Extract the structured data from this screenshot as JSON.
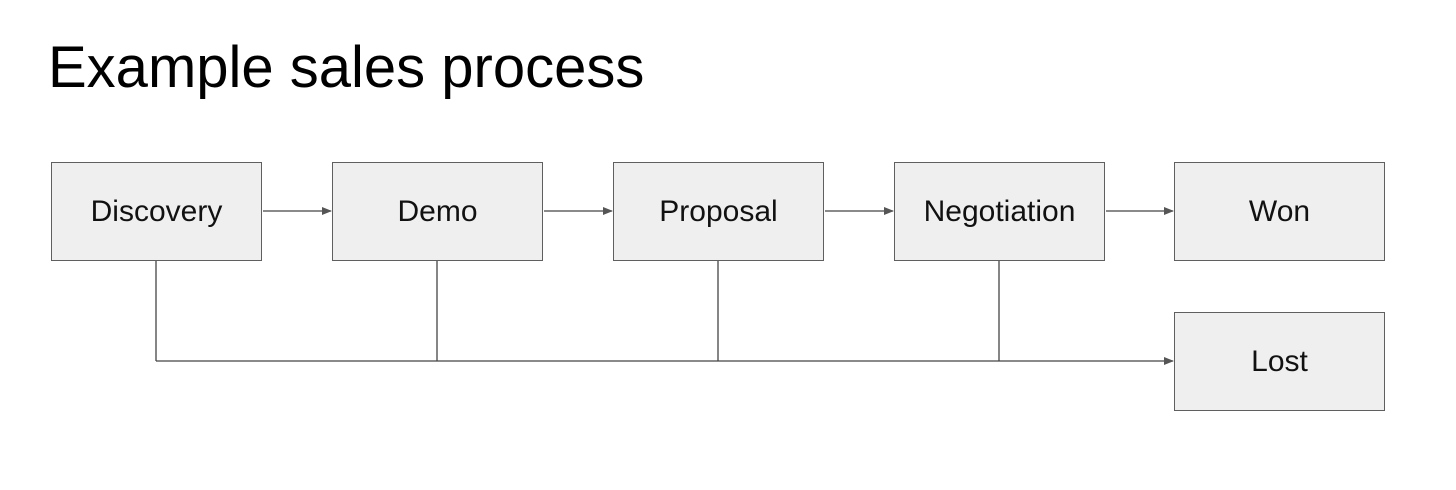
{
  "title": "Example sales process",
  "stages": {
    "discovery": "Discovery",
    "demo": "Demo",
    "proposal": "Proposal",
    "negotiation": "Negotiation",
    "won": "Won",
    "lost": "Lost"
  },
  "colors": {
    "box_fill": "#efefef",
    "box_border": "#5f5f5f",
    "line": "#444444"
  }
}
